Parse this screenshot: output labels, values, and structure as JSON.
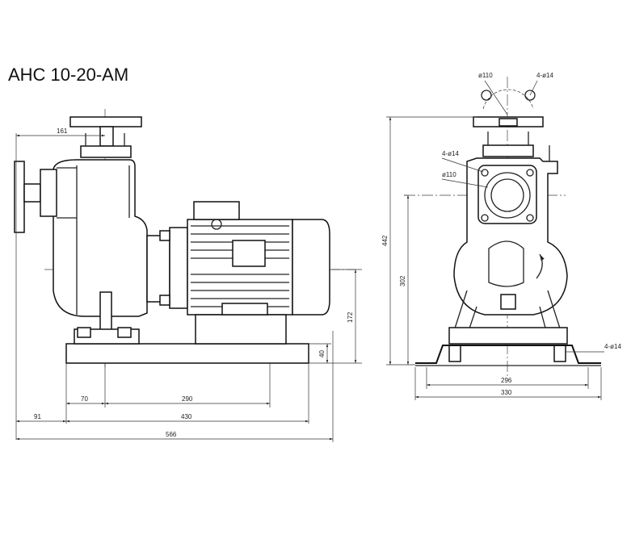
{
  "title": "АНС 10-20-АМ",
  "dimensions": {
    "d161": "161",
    "d172": "172",
    "d40": "40",
    "d70": "70",
    "d290": "290",
    "d91": "91",
    "d430": "430",
    "d566": "566",
    "d442": "442",
    "d302": "302",
    "d296": "296",
    "d330": "330",
    "dia110_top": "ø110",
    "holes_top": "4-ø14",
    "holes_mid": "4-ø14",
    "dia110_mid": "ø110",
    "holes_base": "4-ø14"
  }
}
